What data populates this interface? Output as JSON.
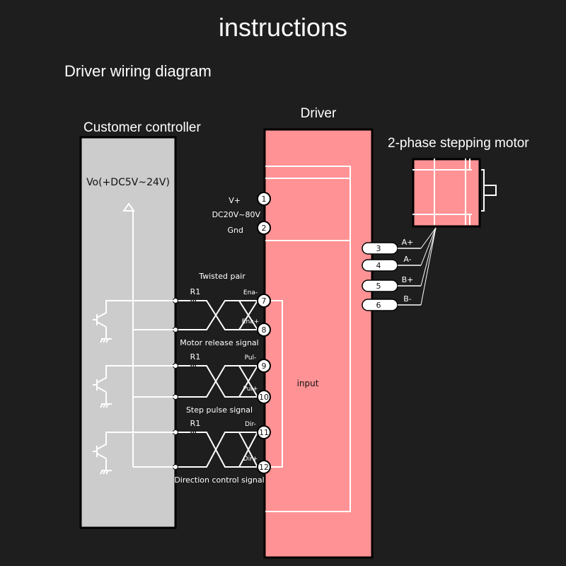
{
  "title": "instructions",
  "subtitle": "Driver wiring diagram",
  "controller": {
    "title": "Customer controller",
    "supply_label": "Vo(+DC5V~24V)",
    "color": "#cccccc"
  },
  "driver": {
    "title": "Driver",
    "input_label": "input",
    "color": "#ff9294",
    "power": {
      "v_plus": "V+",
      "range": "DC20V~80V",
      "gnd": "Gnd",
      "pins": [
        "1",
        "2"
      ]
    },
    "signal_groups": [
      {
        "name": "Motor release signal",
        "resistor": "R1",
        "header": "Twisted pair",
        "terminals": [
          {
            "label": "Ena-",
            "pin": "7"
          },
          {
            "label": "Ena+",
            "pin": "8"
          }
        ]
      },
      {
        "name": "Step pulse signal",
        "resistor": "R1",
        "terminals": [
          {
            "label": "Pul-",
            "pin": "9"
          },
          {
            "label": "Pul+",
            "pin": "10"
          }
        ]
      },
      {
        "name": "Direction control signal",
        "resistor": "R1",
        "terminals": [
          {
            "label": "Dir-",
            "pin": "11"
          },
          {
            "label": "Dir+",
            "pin": "12"
          }
        ]
      }
    ],
    "motor_terminals": [
      {
        "pin": "3",
        "label": "A+"
      },
      {
        "pin": "4",
        "label": "A-"
      },
      {
        "pin": "5",
        "label": "B+"
      },
      {
        "pin": "6",
        "label": "B-"
      }
    ]
  },
  "motor": {
    "title": "2-phase stepping motor"
  },
  "colors": {
    "background": "#1e1e1e",
    "wire": "#ffffff",
    "driver": "#ff9294",
    "controller": "#cccccc"
  }
}
